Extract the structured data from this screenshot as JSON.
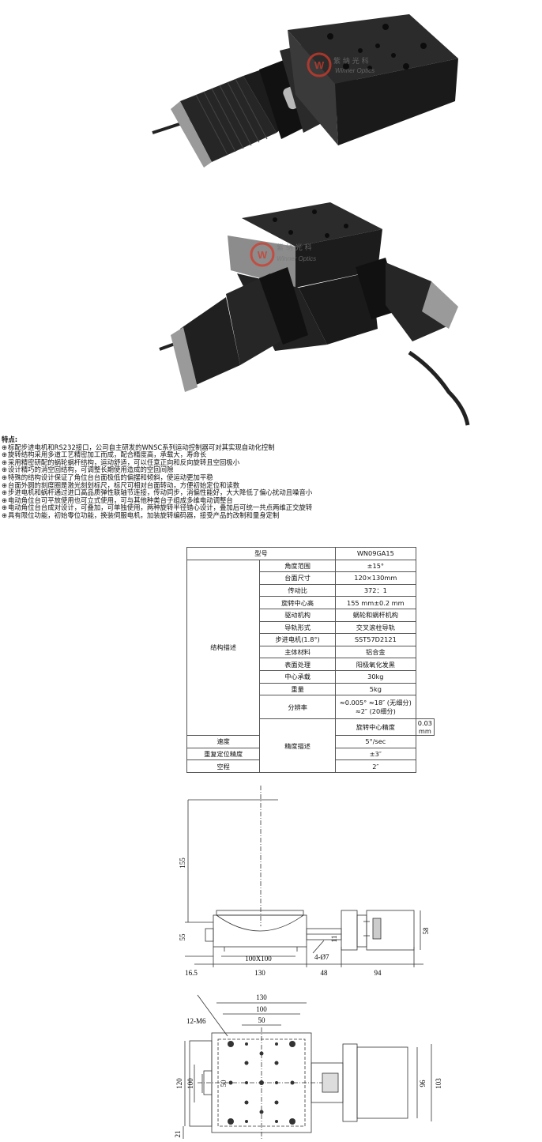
{
  "brand": {
    "cn": "紫 纳 光 科",
    "en": "Winner Optics",
    "logo_text": "W"
  },
  "features": {
    "title": "特点:",
    "items": [
      "标配步进电机和RS232接口，公司自主研发的WNSC系列运动控制器可对其实现自动化控制",
      "旋转结构采用多道工艺精密加工而成，配合精度高，承载大，寿命长",
      "采用精密研配的蜗轮蜗杆结构，运动舒适，可以任意正向和反向旋转且空回极小",
      "设计精巧的消空回结构，可调整长期使用造成的空回间隙",
      "特殊的结构设计保证了角位台台面极低的偏摆和倾斜，使运动更加平稳",
      "台面外圆的刻度圈是激光刻划标尺，标尺可相对台面转动，方便初始定位和读数",
      "步进电机和蜗杆通过进口高品质弹性联轴节连接，传动同步，消偏性能好，大大降低了偏心扰动且噪音小",
      "电动角位台可平放使用也可立式使用，可与其他种类台子组成多维电动调整台",
      "电动角位台台成对设计，可叠加，可单独使用，两种旋转半径错心设计，叠加后可统一共点两维正交旋转",
      "具有限位功能，初始零位功能，换装伺服电机，加装旋转编码器，接受产品的改制和量身定制"
    ]
  },
  "spec": {
    "model_label": "型号",
    "model_value": "WN09GA15",
    "structure_label": "结构描述",
    "structure_rows": [
      {
        "label": "角度范围",
        "value": "±15°"
      },
      {
        "label": "台面尺寸",
        "value": "120×130mm"
      },
      {
        "label": "传动比",
        "value": "372：1"
      },
      {
        "label": "旋转中心高",
        "value": "155 mm±0.2 mm"
      },
      {
        "label": "驱动机构",
        "value": "蜗轮和蜗杆机构"
      },
      {
        "label": "导轨形式",
        "value": "交叉滚柱导轨"
      },
      {
        "label": "步进电机(1.8°)",
        "value": "SST57D2121"
      },
      {
        "label": "主体材料",
        "value": "铝合金"
      },
      {
        "label": "表面处理",
        "value": "阳极氧化发黑"
      },
      {
        "label": "中心承载",
        "value": "30kg"
      },
      {
        "label": "重量",
        "value": "5kg"
      }
    ],
    "resolution_label": "分辨率",
    "resolution_line1": "≈0.005° ≈18″ (无细分)",
    "resolution_line2": "≈2″ (20细分)",
    "precision_label": "精度描述",
    "precision_rows": [
      {
        "label": "旋转中心精度",
        "value": "0.03 mm"
      },
      {
        "label": "速度",
        "value": "5°/sec"
      },
      {
        "label": "重复定位精度",
        "value": "±3″"
      },
      {
        "label": "空程",
        "value": "2″"
      }
    ]
  },
  "drawing1": {
    "dim_155": "155",
    "dim_55": "55",
    "dim_11": "11",
    "dim_58": "58",
    "dim_100x100": "100X100",
    "dim_4_d7": "4-Ø7",
    "dim_16_5": "16.5",
    "dim_130": "130",
    "dim_48": "48",
    "dim_94": "94"
  },
  "drawing2": {
    "dim_130": "130",
    "dim_100": "100",
    "dim_50": "50",
    "dim_12_m6": "12-M6",
    "dim_120": "120",
    "dim_100_v": "100",
    "dim_50_v": "50",
    "dim_96": "96",
    "dim_103": "103",
    "dim_21": "21"
  },
  "colors": {
    "metal_dark": "#1e1e1e",
    "metal_grey": "#7d7d7d",
    "logo_red": "#d23a2a"
  }
}
